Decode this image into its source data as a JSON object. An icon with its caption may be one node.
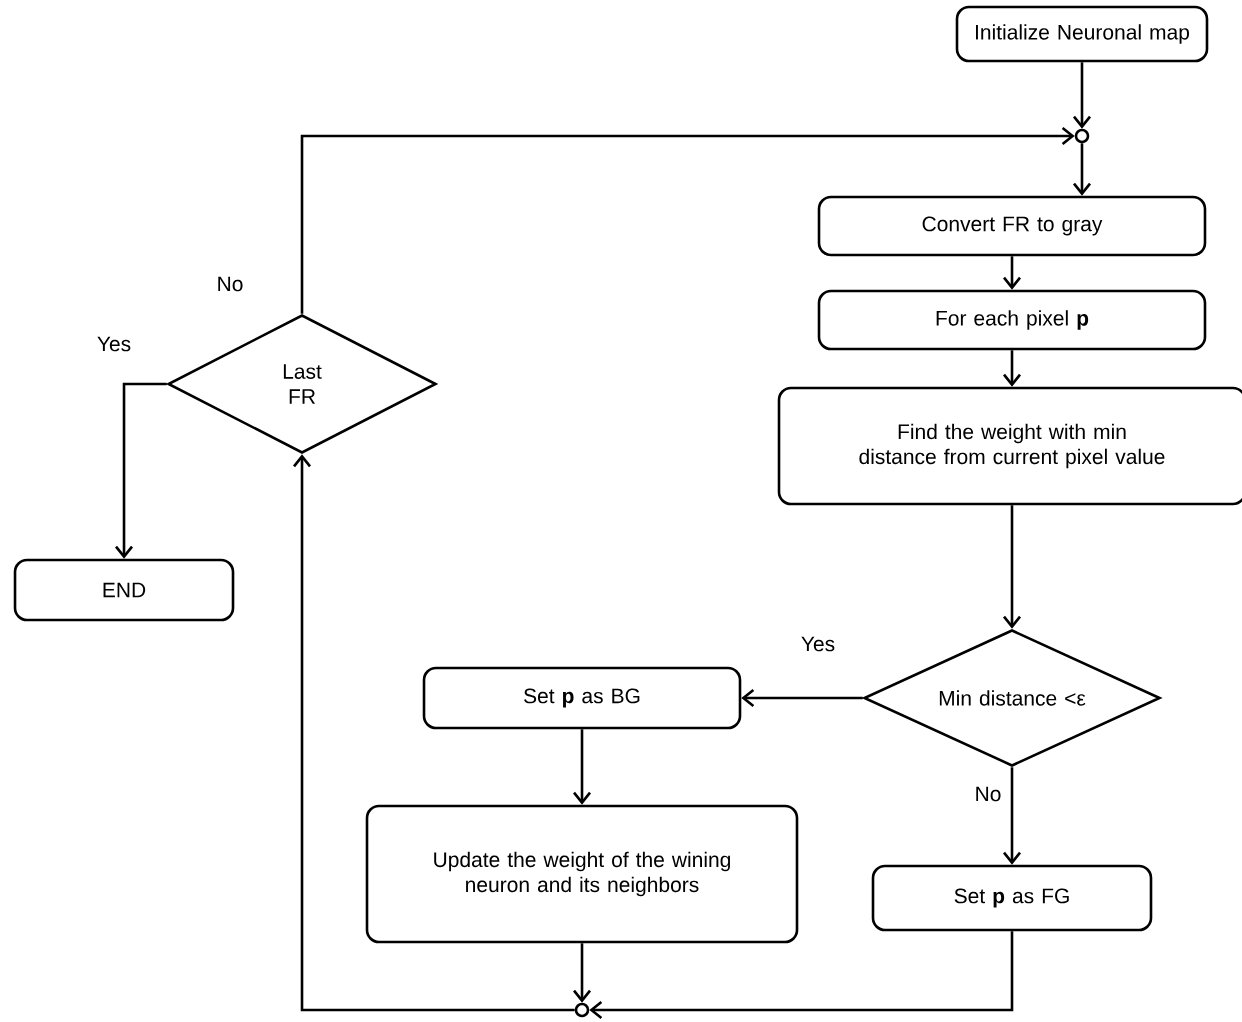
{
  "diagram": {
    "nodes": [
      {
        "text": [
          "Initialize Neuronal map"
        ]
      },
      {
        "text": [],
        "shape": "circle"
      },
      {
        "text": [
          "Convert FR to gray"
        ]
      },
      {
        "text": [
          "For each pixel **p**"
        ]
      },
      {
        "text": [
          "Find the weight with min distance from current pixel value"
        ]
      },
      {
        "text": [
          "Min distance <ε"
        ]
      },
      {
        "text": [
          "Set **p** as BG"
        ]
      },
      {
        "text": [
          "Update the weight of the wining neuron and its neighbors"
        ]
      },
      {
        "text": [
          "Set **p** as FG"
        ]
      },
      {
        "text": [],
        "shape": "circle"
      },
      {
        "text": [
          "Last FR"
        ]
      },
      {
        "text": [
          "END"
        ]
      }
    ],
    "edges": [
      {
        "from": 0,
        "to": 1,
        "arrow": "to"
      },
      {
        "from": 1,
        "to": 2,
        "arrow": "to"
      },
      {
        "from": 2,
        "to": 3,
        "arrow": "to"
      },
      {
        "from": 3,
        "to": 4,
        "arrow": "to"
      },
      {
        "from": 4,
        "to": 5,
        "arrow": "to"
      },
      {
        "from": 5,
        "to": 6,
        "arrow": "to",
        "label": "Yes"
      },
      {
        "from": 5,
        "to": 8,
        "arrow": "to",
        "label": "No"
      },
      {
        "from": 6,
        "to": 7,
        "arrow": "to"
      },
      {
        "from": 7,
        "to": 9,
        "arrow": "to"
      },
      {
        "from": 8,
        "to": 9,
        "arrow": "to"
      },
      {
        "from": 9,
        "to": 10,
        "arrow": "to"
      },
      {
        "from": 10,
        "to": 1,
        "arrow": "to",
        "label": "No"
      },
      {
        "from": 10,
        "to": 11,
        "arrow": "to",
        "label": "Yes"
      }
    ]
  }
}
